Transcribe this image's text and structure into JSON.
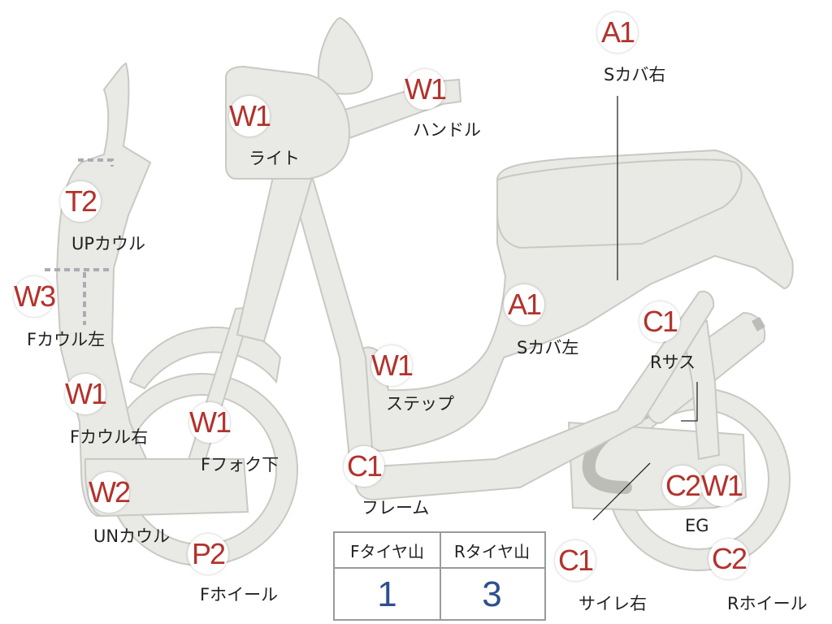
{
  "parts": {
    "light": {
      "code": "W1",
      "label": "ライト"
    },
    "handle": {
      "code": "W1",
      "label": "ハンドル"
    },
    "side_cover_right": {
      "code": "A1",
      "label": "Sカバ右"
    },
    "up_cowl": {
      "code": "T2",
      "label": "UPカウル"
    },
    "f_cowl_left": {
      "code": "W3",
      "label": "Fカウル左"
    },
    "f_cowl_right": {
      "code": "W1",
      "label": "Fカウル右"
    },
    "f_fork_lower": {
      "code": "W1",
      "label": "Fフォク下"
    },
    "un_cowl": {
      "code": "W2",
      "label": "UNカウル"
    },
    "f_wheel": {
      "code": "P2",
      "label": "Fホイール"
    },
    "step": {
      "code": "W1",
      "label": "ステップ"
    },
    "side_cover_left": {
      "code": "A1",
      "label": "Sカバ左"
    },
    "frame": {
      "code": "C1",
      "label": "フレーム"
    },
    "r_sus": {
      "code": "C1",
      "label": "Rサス"
    },
    "eg": {
      "code_1": "C2",
      "code_2": "W1",
      "label": "EG"
    },
    "muffler_right": {
      "code": "C1",
      "label": "サイレ右"
    },
    "r_wheel": {
      "code": "C2",
      "label": "Rホイール"
    }
  },
  "tire_table": {
    "front_header": "Fタイヤ山",
    "rear_header": "Rタイヤ山",
    "front_value": "1",
    "rear_value": "3"
  },
  "colors": {
    "part_fill": "#e9e9e5",
    "code_text": "#b3322c",
    "table_value": "#2e4f8f"
  }
}
